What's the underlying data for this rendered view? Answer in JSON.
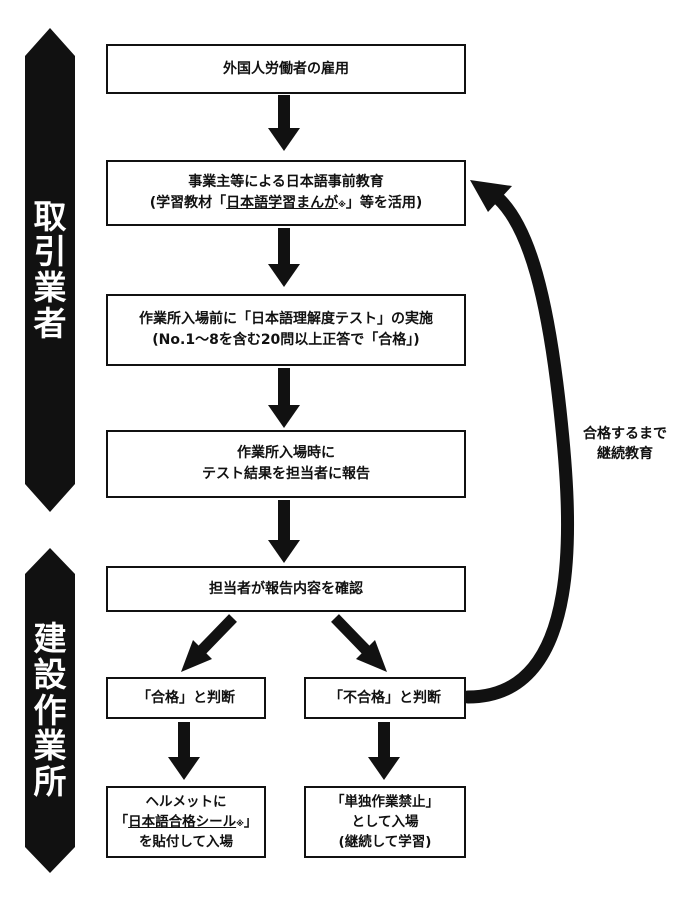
{
  "side_labels": {
    "top": [
      "取",
      "引",
      "業",
      "者"
    ],
    "bottom": [
      "建",
      "設",
      "作",
      "業",
      "所"
    ]
  },
  "boxes": {
    "hire": {
      "line1": "外国人労働者の雇用"
    },
    "pre_education": {
      "line1": "事業主等による日本語事前教育",
      "line2_pre": "(学習教材「",
      "line2_material": "日本語学習まんが",
      "line2_note": "※",
      "line2_post": "」等を活用)"
    },
    "test": {
      "line1": "作業所入場前に「日本語理解度テスト」の実施",
      "line2": "(No.1～8を含む20問以上正答で「合格」)"
    },
    "report": {
      "line1": "作業所入場時に",
      "line2": "テスト結果を担当者に報告"
    },
    "confirm": {
      "line1": "担当者が報告内容を確認"
    },
    "pass": {
      "line1": "「合格」と判断"
    },
    "fail": {
      "line1": "「不合格」と判断"
    },
    "pass_result": {
      "line1": "ヘルメットに",
      "line2_pre": "「",
      "line2_seal": "日本語合格シール",
      "line2_note": "※",
      "line2_post": "」",
      "line3": "を貼付して入場"
    },
    "fail_result": {
      "line1": "「単独作業禁止」",
      "line2": "として入場",
      "line3": "(継続して学習)"
    }
  },
  "loop_label": {
    "line1": "合格するまで",
    "line2": "継続教育"
  }
}
